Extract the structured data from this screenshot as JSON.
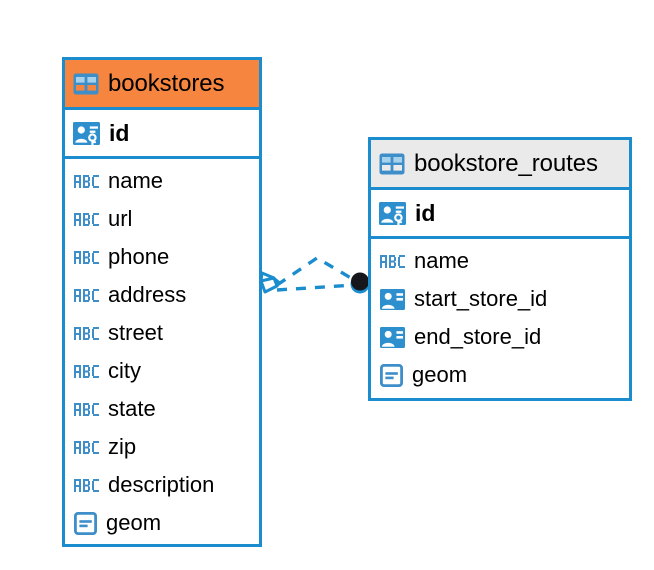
{
  "diagram": {
    "type": "entity-relationship-diagram",
    "background_color": "#ffffff",
    "accent_color": "#1b8ccd",
    "highlight_color": "#f5853f",
    "neutral_header_color": "#eaeaea",
    "connector_color": "#1b8ccd",
    "connector_endpoint_color": "#16171c"
  },
  "entities": [
    {
      "name": "bookstores",
      "title": "bookstores",
      "header_style": "accent",
      "table_icon": "table-icon",
      "primary_key": {
        "label": "id",
        "icon": "primary-key-icon"
      },
      "fields": [
        {
          "label": "name",
          "icon": "abc-text-icon",
          "type": "text"
        },
        {
          "label": "url",
          "icon": "abc-text-icon",
          "type": "text"
        },
        {
          "label": "phone",
          "icon": "abc-text-icon",
          "type": "text"
        },
        {
          "label": "address",
          "icon": "abc-text-icon",
          "type": "text"
        },
        {
          "label": "street",
          "icon": "abc-text-icon",
          "type": "text"
        },
        {
          "label": "city",
          "icon": "abc-text-icon",
          "type": "text"
        },
        {
          "label": "state",
          "icon": "abc-text-icon",
          "type": "text"
        },
        {
          "label": "zip",
          "icon": "abc-text-icon",
          "type": "text"
        },
        {
          "label": "description",
          "icon": "abc-text-icon",
          "type": "text"
        },
        {
          "label": "geom",
          "icon": "geometry-icon",
          "type": "geometry"
        }
      ]
    },
    {
      "name": "bookstore_routes",
      "title": "bookstore_routes",
      "header_style": "neutral",
      "table_icon": "table-icon",
      "primary_key": {
        "label": "id",
        "icon": "primary-key-icon"
      },
      "fields": [
        {
          "label": "name",
          "icon": "abc-text-icon",
          "type": "text"
        },
        {
          "label": "start_store_id",
          "icon": "foreign-key-icon",
          "type": "foreign-key"
        },
        {
          "label": "end_store_id",
          "icon": "foreign-key-icon",
          "type": "foreign-key"
        },
        {
          "label": "geom",
          "icon": "geometry-icon",
          "type": "geometry"
        }
      ]
    }
  ],
  "relationship": {
    "from_entity": "bookstores",
    "to_entity": "bookstore_routes",
    "line_style": "dashed",
    "source_marker": "diamond-marker",
    "target_marker": "filled-circle-marker"
  }
}
